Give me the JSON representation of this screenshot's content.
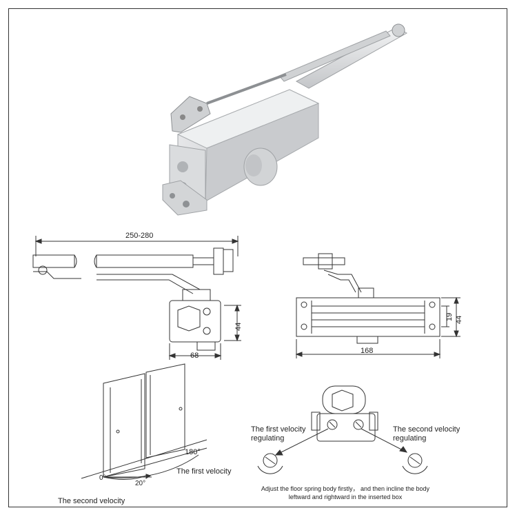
{
  "photo": {
    "subject": "door closer product photo"
  },
  "side_view": {
    "arm_length": "250-280",
    "height": "44",
    "width": "68"
  },
  "front_view": {
    "height_outer": "44",
    "height_inner": "19",
    "length": "168"
  },
  "door_diagram": {
    "angle_open": "180°",
    "angle_zero": "0°",
    "angle_20": "20°",
    "label_first": "The first velocity",
    "label_second": "The second velocity"
  },
  "adjust_diagram": {
    "first_label_line1": "The first velocity",
    "first_label_line2": "regulating",
    "second_label_line1": "The second velocity",
    "second_label_line2": "regulating",
    "note_line1": "Adjust the floor spring body firstly， and then incline the body",
    "note_line2": "leftward and rightward in the inserted box"
  },
  "colors": {
    "line": "#333333",
    "body": "#d9dadc",
    "body_dark": "#b8babd",
    "body_light": "#eef0f1"
  }
}
